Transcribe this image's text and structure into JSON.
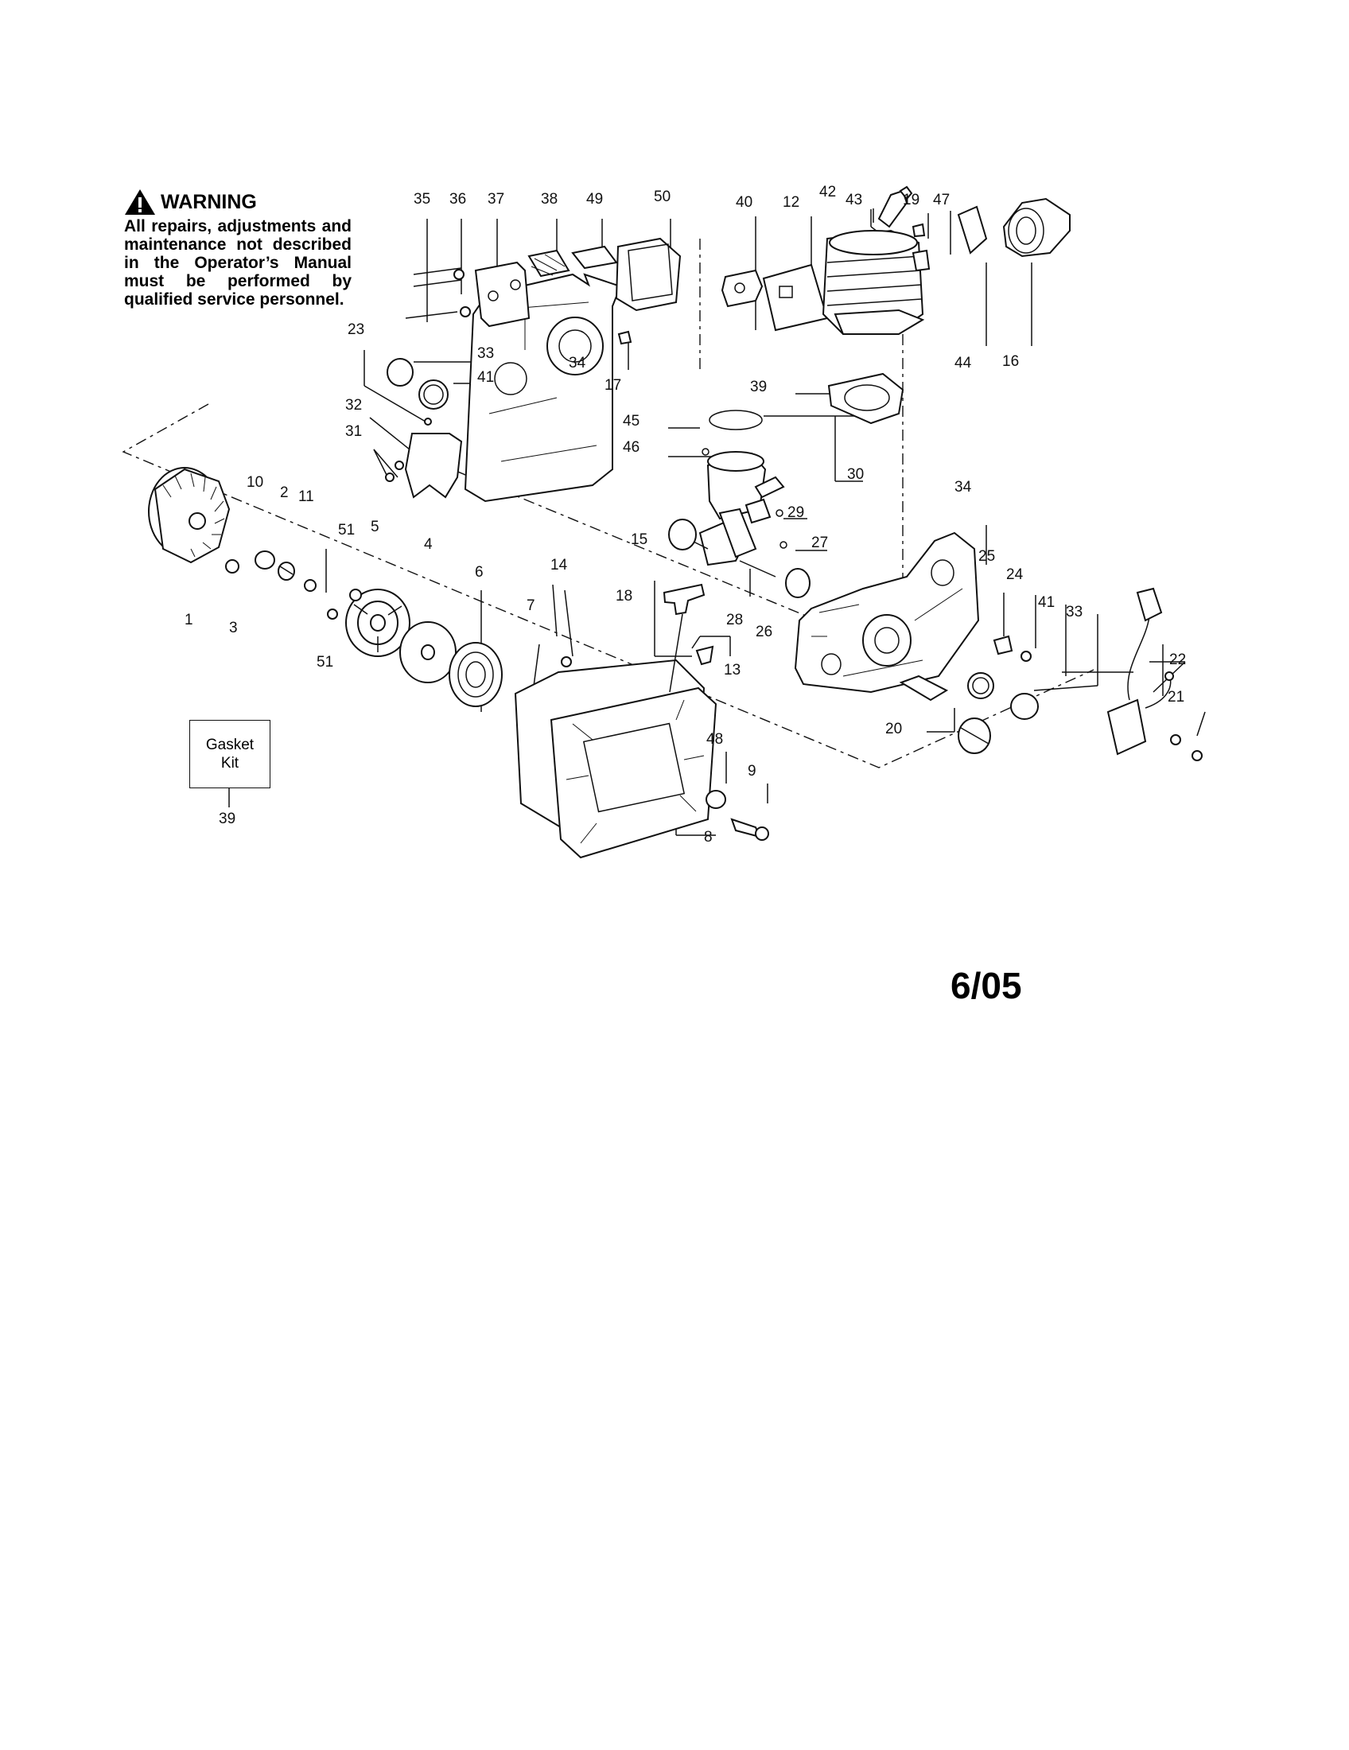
{
  "warning": {
    "title": "WARNING",
    "text": "All repairs, adjustments and maintenance not described in the Operator’s Manual must be performed by qualified service personnel."
  },
  "gasket_kit": {
    "line1": "Gasket",
    "line2": "Kit",
    "ref": "39"
  },
  "date_code": "6/05",
  "callouts": [
    "35",
    "36",
    "37",
    "38",
    "49",
    "50",
    "40",
    "12",
    "42",
    "43",
    "19",
    "47",
    "44",
    "16",
    "23",
    "33",
    "41",
    "34",
    "17",
    "39",
    "45",
    "46",
    "30",
    "29",
    "27",
    "32",
    "31",
    "10",
    "2",
    "11",
    "51",
    "5",
    "4",
    "6",
    "1",
    "3",
    "51",
    "14",
    "15",
    "18",
    "7",
    "13",
    "28",
    "26",
    "34",
    "25",
    "24",
    "41",
    "33",
    "22",
    "21",
    "20",
    "48",
    "9",
    "8"
  ]
}
